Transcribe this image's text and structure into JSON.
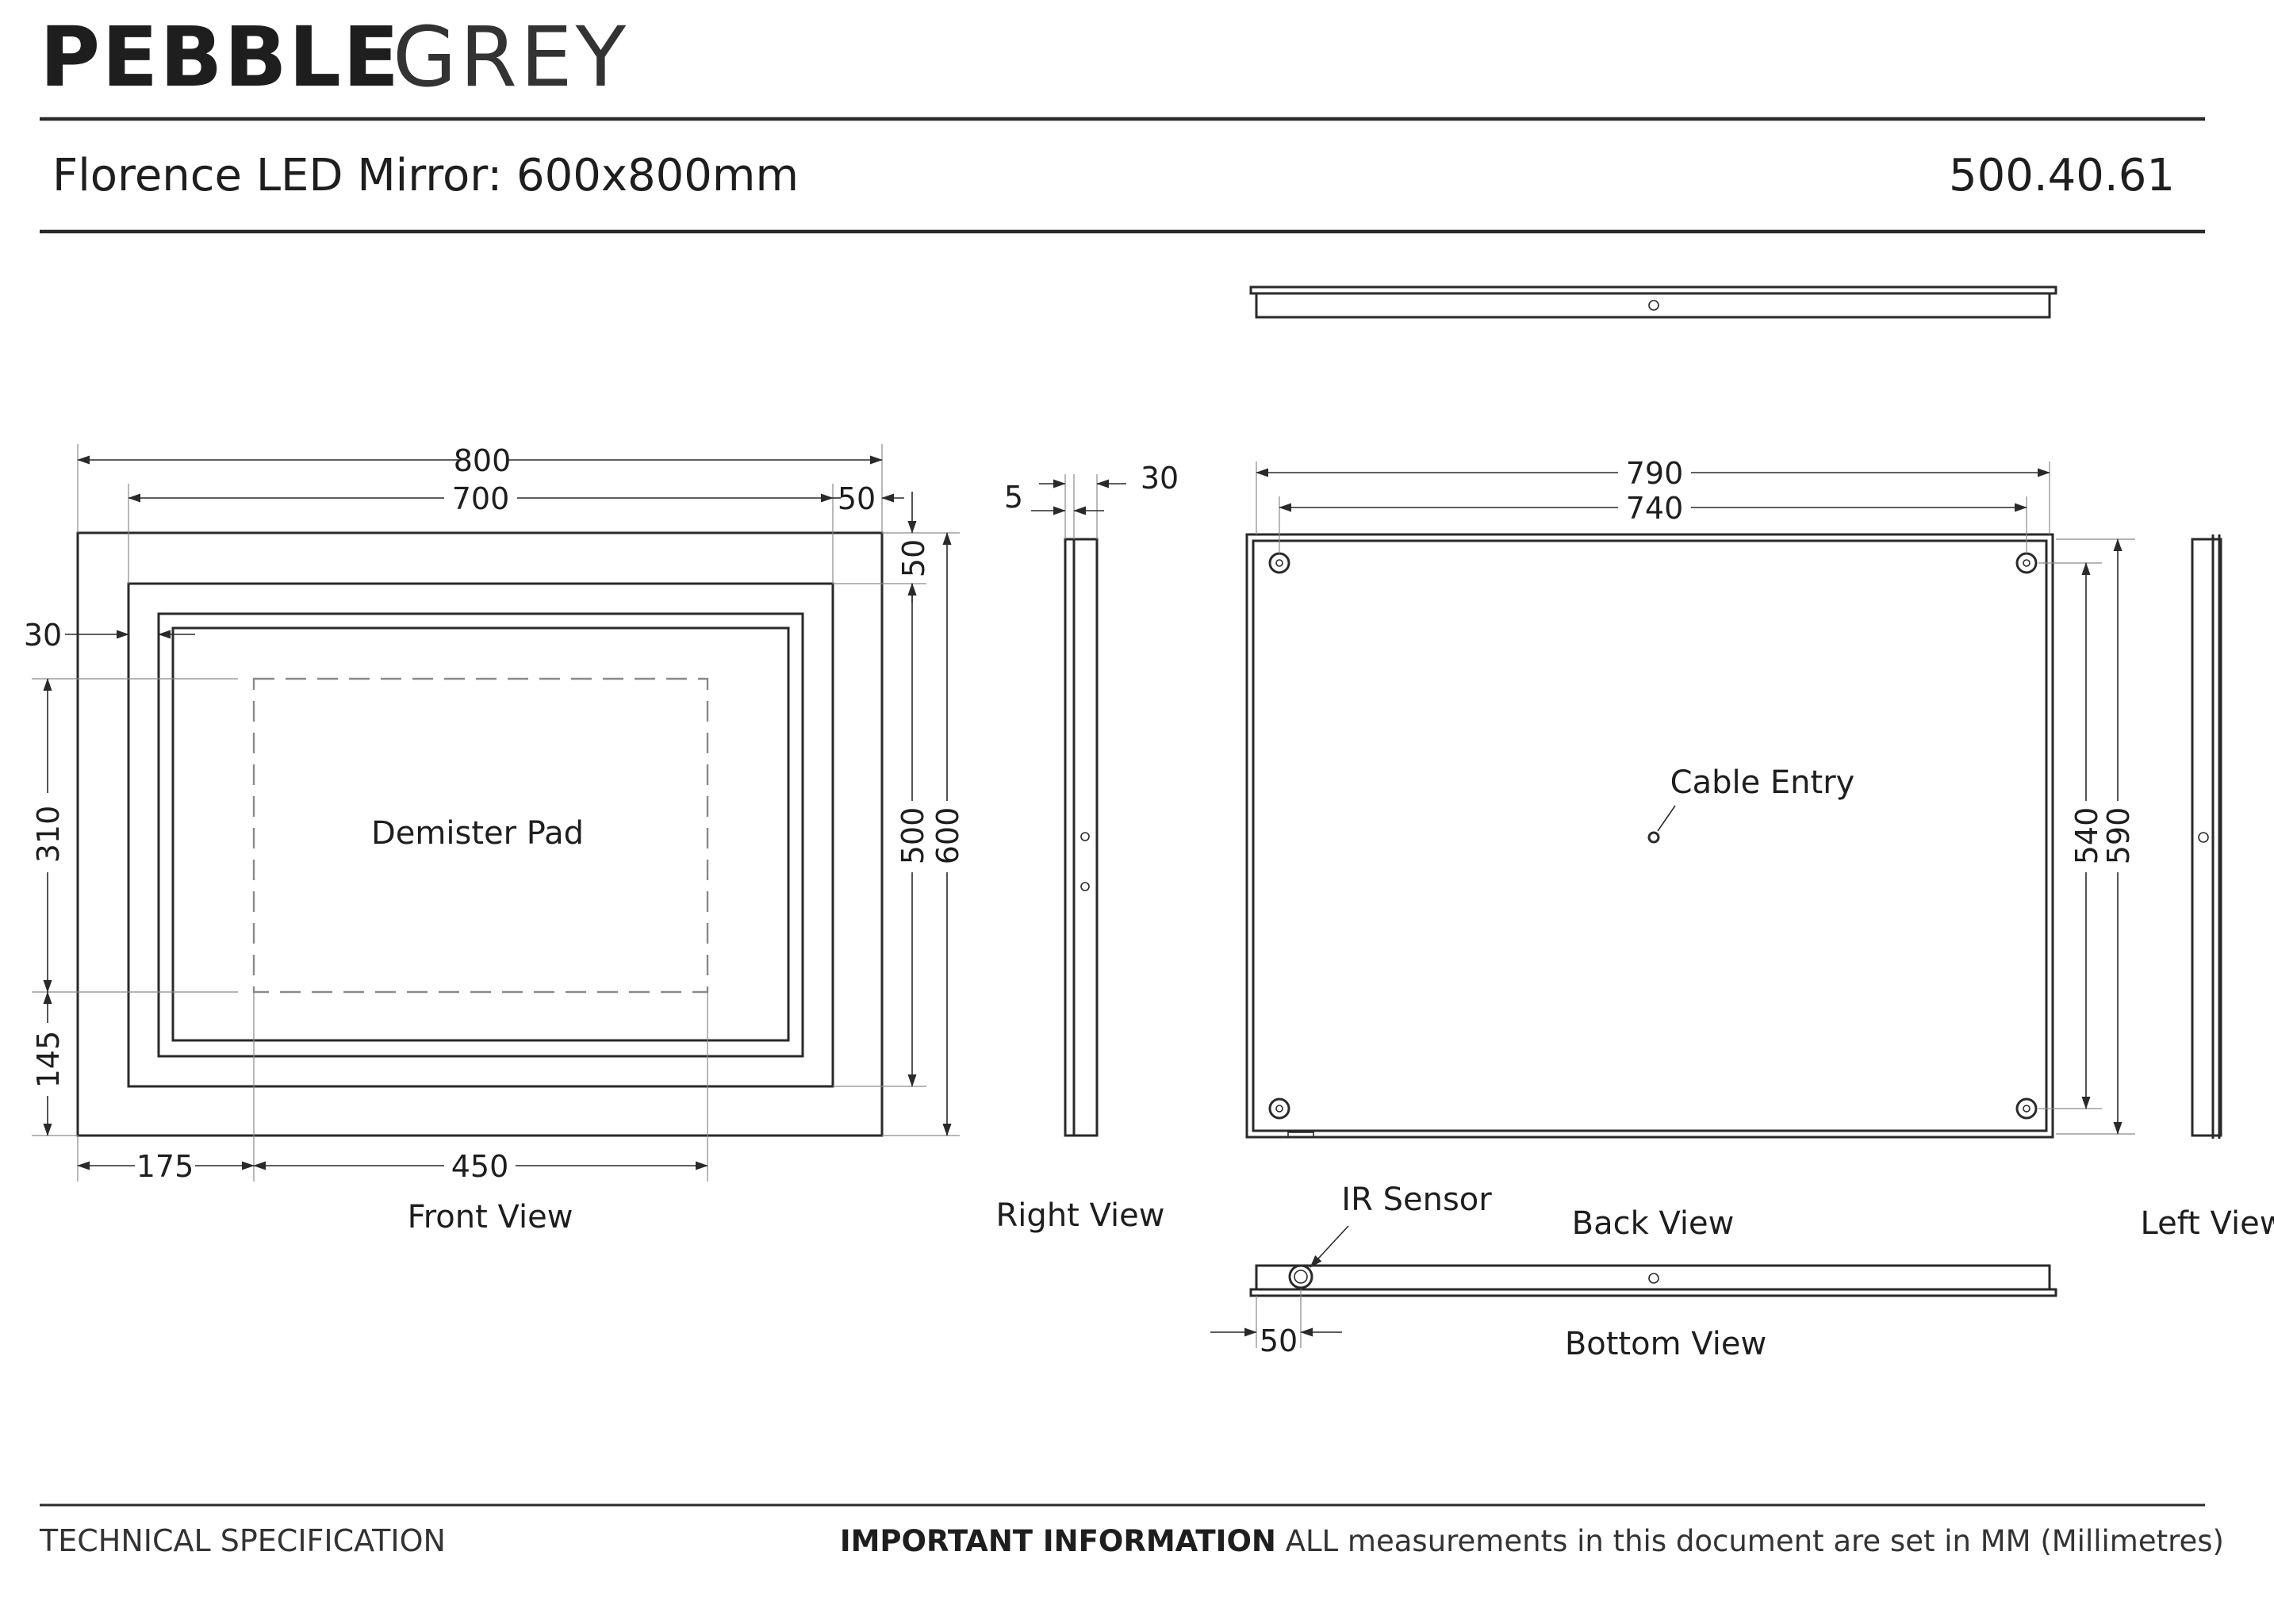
{
  "brand": {
    "logo_text_bold": "PEBBLE",
    "logo_text_light": "GREY"
  },
  "header": {
    "product_title": "Florence LED Mirror: 600x800mm",
    "product_code": "500.40.61"
  },
  "views": {
    "front": "Front View",
    "right": "Right View",
    "back": "Back View",
    "left": "Left View",
    "bottom": "Bottom View"
  },
  "labels": {
    "demister_pad": "Demister Pad",
    "cable_entry": "Cable Entry",
    "ir_sensor": "IR Sensor"
  },
  "dimensions": {
    "front_width_overall": "800",
    "front_width_inner": "700",
    "front_margin_right": "50",
    "front_margin_top": "50",
    "front_inset": "30",
    "front_height_inner": "500",
    "front_height_overall": "600",
    "demister_height": "310",
    "demister_bottom_offset": "145",
    "demister_left_offset": "175",
    "demister_width": "450",
    "side_depth_total": "30",
    "side_depth_frame": "5",
    "back_width_overall": "790",
    "back_width_fixings": "740",
    "back_height_fixings": "540",
    "back_height_overall": "590",
    "sensor_offset": "50"
  },
  "footer": {
    "left": "TECHNICAL SPECIFICATION",
    "important_bold": "IMPORTANT INFORMATION",
    "important_text": " ALL measurements in this document are set in MM (Millimetres)"
  },
  "colors": {
    "ink": "#1e1e1e",
    "line": "#2a2a2a",
    "guide": "#8a8a8a"
  }
}
